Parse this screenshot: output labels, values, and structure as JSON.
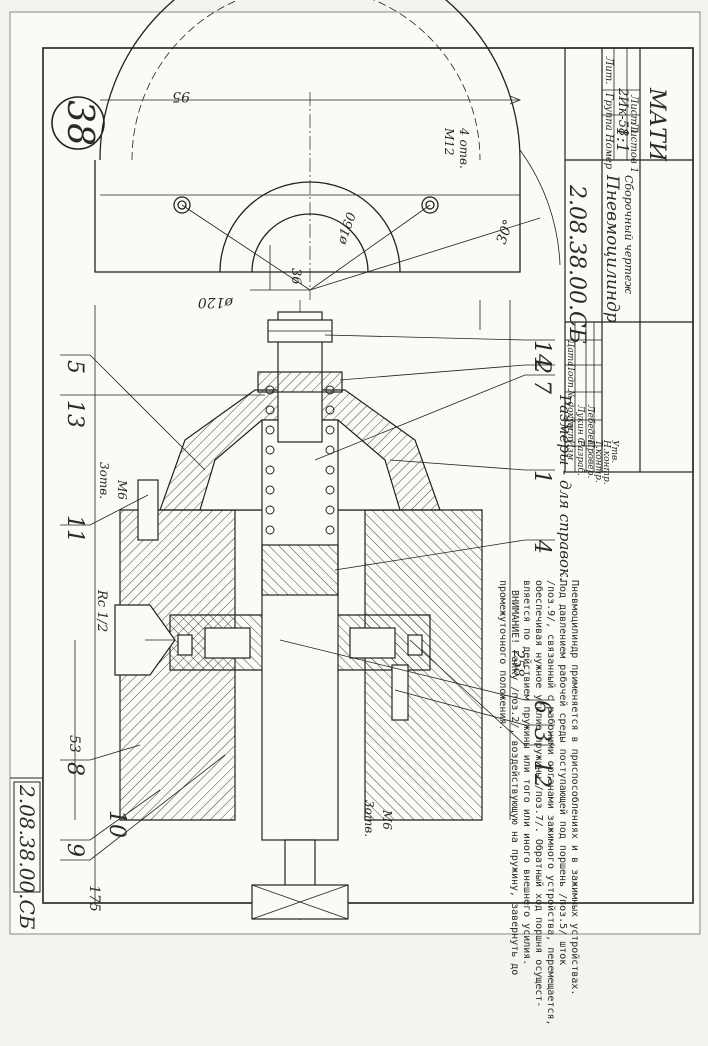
{
  "sheet_number": "38",
  "side_code": "2.08.38.00.СБ",
  "dims": {
    "d95": "95",
    "m12": "М12",
    "holes4": "4 отв.",
    "d160": "ø160",
    "d36": "36",
    "a30": "30°",
    "d120": "ø120",
    "d258": "258",
    "d53": "53",
    "d175": "175",
    "rc": "Rc 1/2",
    "m6a": "М6",
    "deep3a": "3отв.",
    "m6b": "М6",
    "deep3b": "3отв."
  },
  "callouts": [
    "1",
    "2",
    "3",
    "4",
    "5",
    "6",
    "7",
    "8",
    "9",
    "10",
    "11",
    "12",
    "13",
    "14"
  ],
  "reference_note": "Размеры - для справок.",
  "description": [
    "Пневмоцилиндр применяется в приспособлениях и в зажимных устройствах.",
    "Под давлением рабочей среды поступающей под поршень /поз.5/ шток",
    "/поз.9/, связанный с рабочими органами зажимного устройства, перемещается,",
    "обеспечивая нужное усилие пружины /поз.7/. Обратный ход поршня осущест-",
    "вляется по действием пружины или того или иного внешнего усилия.",
    "ВНИМАНИЕ!   Гайку /поз.2/, воздействующую на пружину, завернуть до",
    "промежуточного положения."
  ],
  "title_block": {
    "doc_code": "2.08.38.00.СБ",
    "name": "Пневмоцилиндр",
    "doc_type": "Сборочный чертеж",
    "lit_header": "Лит.",
    "group_header": "Группа Номер",
    "group_value": "2Ик-58",
    "scale": "1:1",
    "sheet_label": "Лист 1",
    "sheets_label": "Листов 1",
    "org": "МАТИ",
    "rows": [
      {
        "role": "Изм",
        "name": "Лист",
        "doc": "№ докум.",
        "sign": "Подп.",
        "date": "Дата"
      },
      {
        "role": "Разраб.",
        "name": "Лукин С.",
        "doc": "",
        "sign": "",
        "date": ""
      },
      {
        "role": "Провер.",
        "name": "Лебедев",
        "doc": "",
        "sign": "",
        "date": ""
      },
      {
        "role": "Т.контр.",
        "name": "",
        "doc": "",
        "sign": "",
        "date": ""
      },
      {
        "role": "Н.контр.",
        "name": "",
        "doc": "",
        "sign": "",
        "date": ""
      },
      {
        "role": "Утв.",
        "name": "",
        "doc": "",
        "sign": "",
        "date": ""
      }
    ]
  }
}
